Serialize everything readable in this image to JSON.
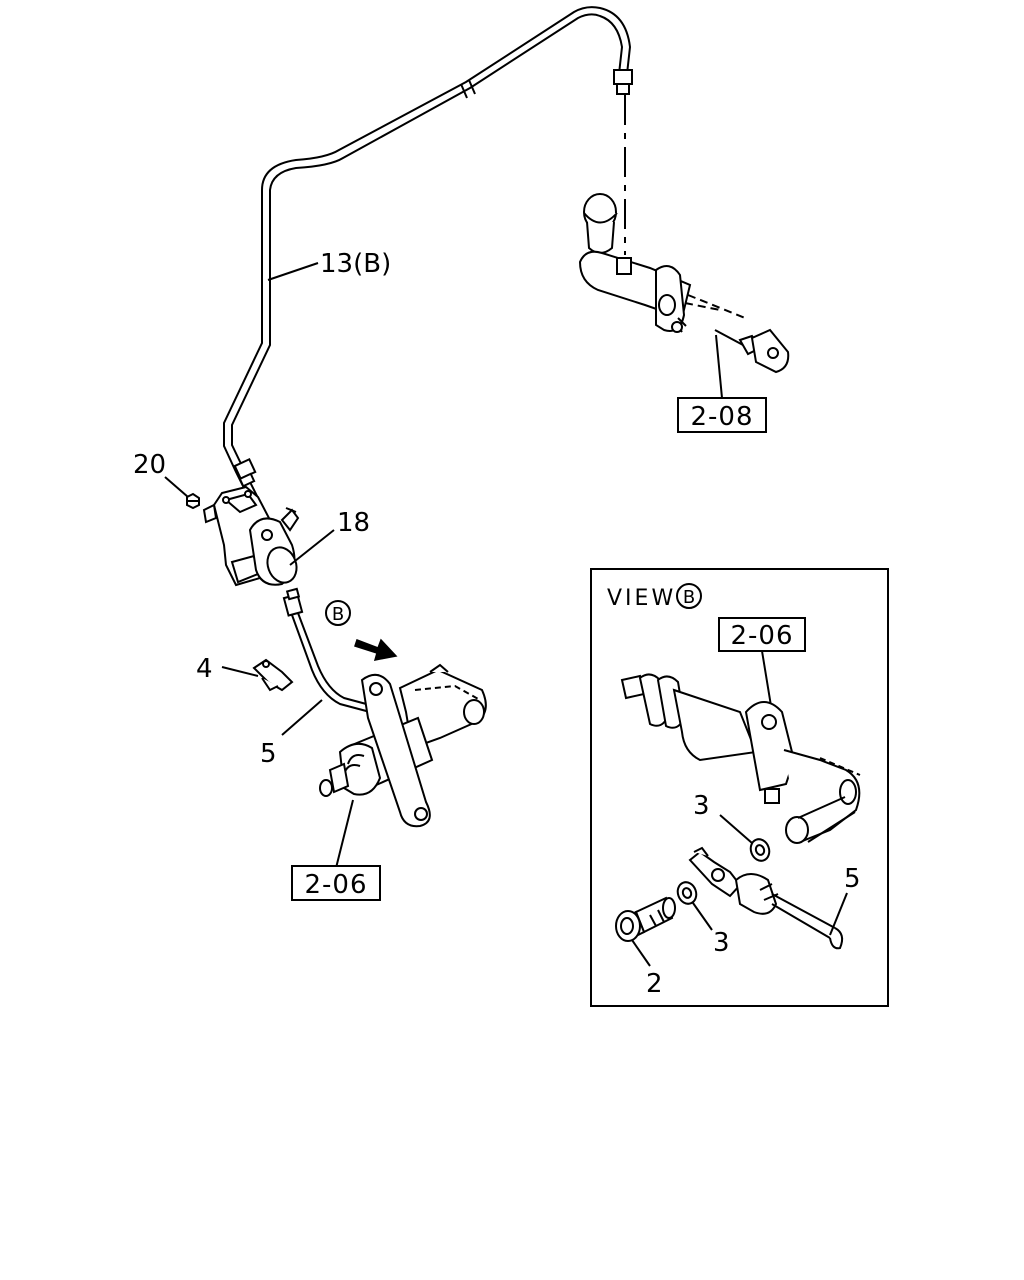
{
  "labels": {
    "pipe_13b": "13(B)",
    "ref_2_08": "2-08",
    "num_20": "20",
    "num_18": "18",
    "view_marker": "B",
    "num_4": "4",
    "num_5": "5",
    "ref_2_06": "2-06"
  },
  "inset": {
    "view_title": "VIEW",
    "view_letter": "B",
    "ref_2_06": "2-06",
    "num_3_top": "3",
    "num_3_bottom": "3",
    "num_2": "2",
    "num_5": "5"
  }
}
